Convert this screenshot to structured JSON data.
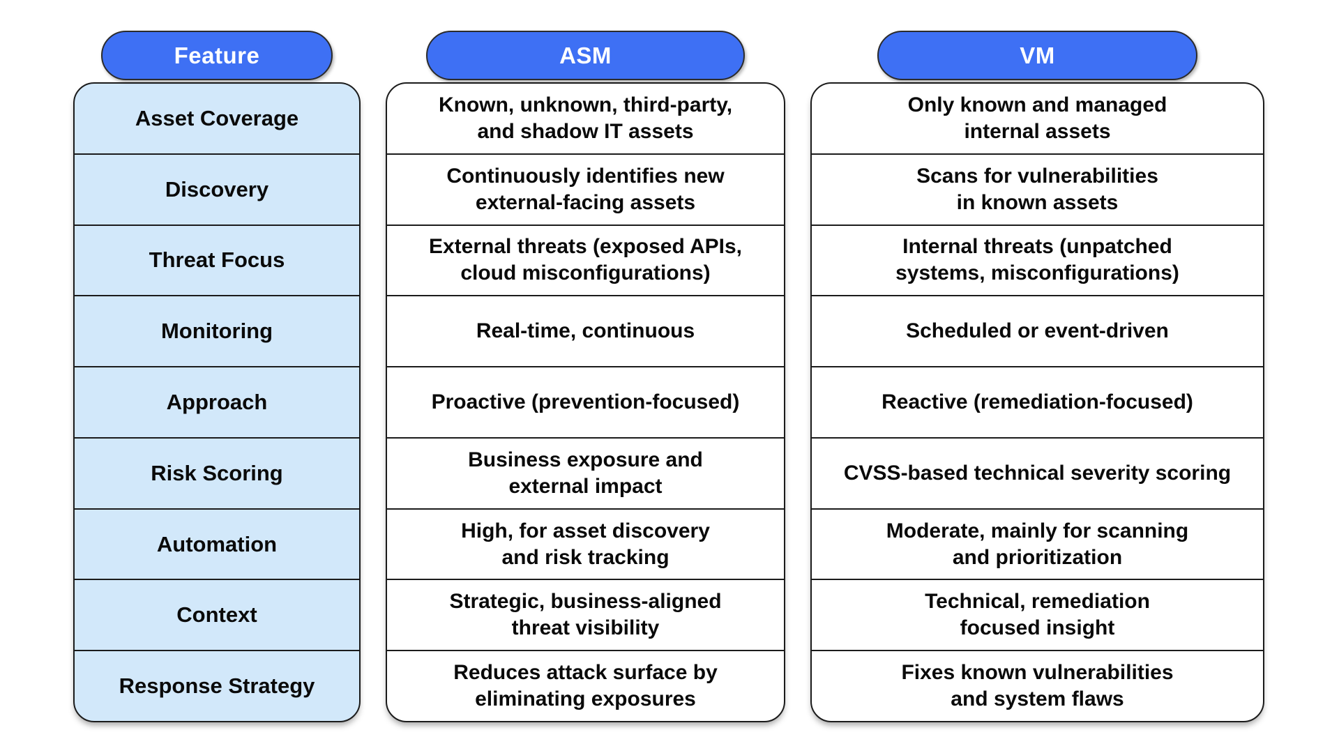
{
  "colors": {
    "header_blue": "#3E70F4",
    "feature_cell_blue": "#D2E8FA",
    "border_dark": "#1B1B1B",
    "text_black": "#0A0A0A",
    "header_text": "#FFFFFF",
    "page_bg": "#FFFFFF"
  },
  "table": {
    "columns": [
      {
        "header": "Feature",
        "rows": [
          "Asset Coverage",
          "Discovery",
          "Threat Focus",
          "Monitoring",
          "Approach",
          "Risk Scoring",
          "Automation",
          "Context",
          "Response Strategy"
        ]
      },
      {
        "header": "ASM",
        "rows": [
          "Known, unknown, third-party,\nand shadow IT assets",
          "Continuously identifies new\nexternal-facing assets",
          "External threats (exposed APIs,\ncloud misconfigurations)",
          "Real-time, continuous",
          "Proactive (prevention-focused)",
          "Business exposure and\nexternal impact",
          "High, for asset discovery\nand risk tracking",
          "Strategic, business-aligned\nthreat visibility",
          "Reduces attack surface by\neliminating exposures"
        ]
      },
      {
        "header": "VM",
        "rows": [
          "Only known and managed\ninternal assets",
          "Scans for vulnerabilities\nin known assets",
          "Internal threats (unpatched\nsystems, misconfigurations)",
          "Scheduled or event-driven",
          "Reactive (remediation-focused)",
          "CVSS-based technical severity scoring",
          "Moderate, mainly for scanning\nand prioritization",
          "Technical, remediation\nfocused insight",
          "Fixes known vulnerabilities\nand system flaws"
        ]
      }
    ]
  }
}
